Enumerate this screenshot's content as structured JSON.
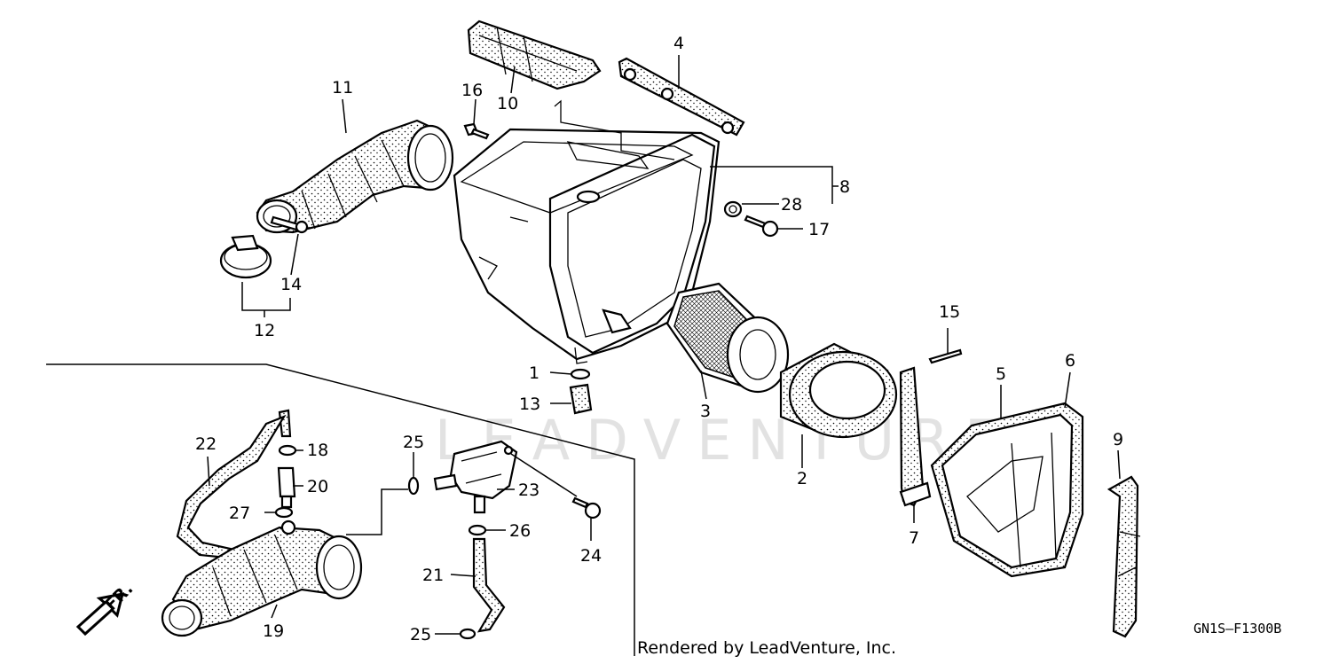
{
  "watermark": "LEADVENTURE",
  "credit": "Rendered by LeadVenture, Inc.",
  "diagram_ref": "GN1S–F1300B",
  "front_marker": "FR.",
  "callouts": [
    {
      "id": "1",
      "text": "1"
    },
    {
      "id": "2",
      "text": "2"
    },
    {
      "id": "3",
      "text": "3"
    },
    {
      "id": "4",
      "text": "4"
    },
    {
      "id": "5",
      "text": "5"
    },
    {
      "id": "6",
      "text": "6"
    },
    {
      "id": "7",
      "text": "7"
    },
    {
      "id": "8",
      "text": "8"
    },
    {
      "id": "9",
      "text": "9"
    },
    {
      "id": "10",
      "text": "10"
    },
    {
      "id": "11",
      "text": "11"
    },
    {
      "id": "12",
      "text": "12"
    },
    {
      "id": "13",
      "text": "13"
    },
    {
      "id": "14",
      "text": "14"
    },
    {
      "id": "15",
      "text": "15"
    },
    {
      "id": "16",
      "text": "16"
    },
    {
      "id": "17",
      "text": "17"
    },
    {
      "id": "18",
      "text": "18"
    },
    {
      "id": "19",
      "text": "19"
    },
    {
      "id": "20",
      "text": "20"
    },
    {
      "id": "21",
      "text": "21"
    },
    {
      "id": "22",
      "text": "22"
    },
    {
      "id": "23",
      "text": "23"
    },
    {
      "id": "24",
      "text": "24"
    },
    {
      "id": "25a",
      "text": "25"
    },
    {
      "id": "25b",
      "text": "25"
    },
    {
      "id": "26",
      "text": "26"
    },
    {
      "id": "27",
      "text": "27"
    },
    {
      "id": "28",
      "text": "28"
    }
  ]
}
